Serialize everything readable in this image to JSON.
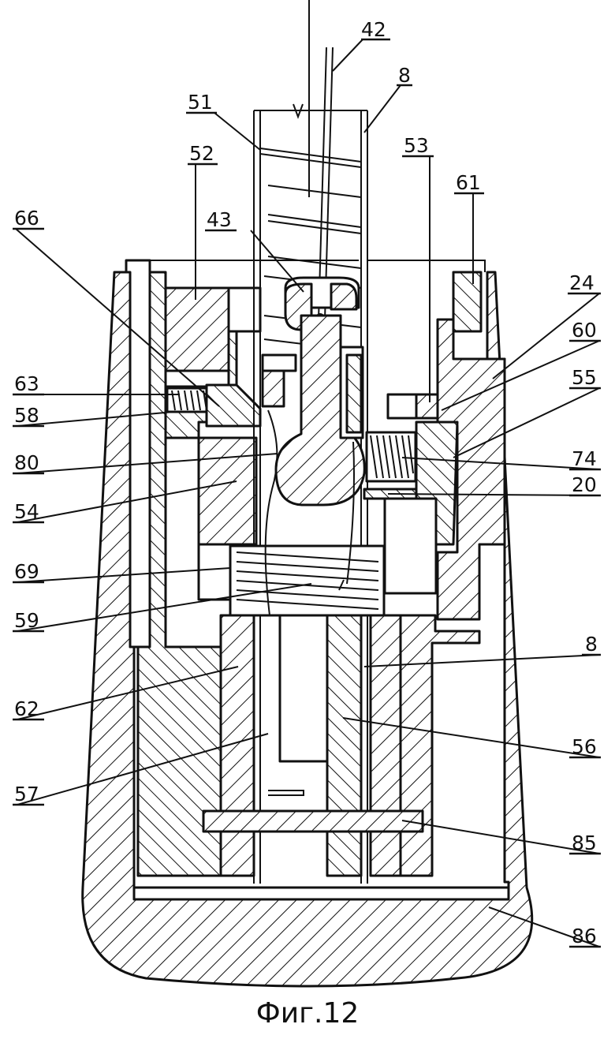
{
  "figure": {
    "caption": "Фиг.12"
  },
  "callouts": {
    "c42": "42",
    "c8_top": "8",
    "c51": "51",
    "c53": "53",
    "c52": "52",
    "c61": "61",
    "c66": "66",
    "c43": "43",
    "c24": "24",
    "c60": "60",
    "c63": "63",
    "c55": "55",
    "c58": "58",
    "c74": "74",
    "c80": "80",
    "c20": "20",
    "c54": "54",
    "c69": "69",
    "c59": "59",
    "c8_right": "8",
    "c62": "62",
    "c56": "56",
    "c57": "57",
    "c85": "85",
    "c86": "86"
  }
}
